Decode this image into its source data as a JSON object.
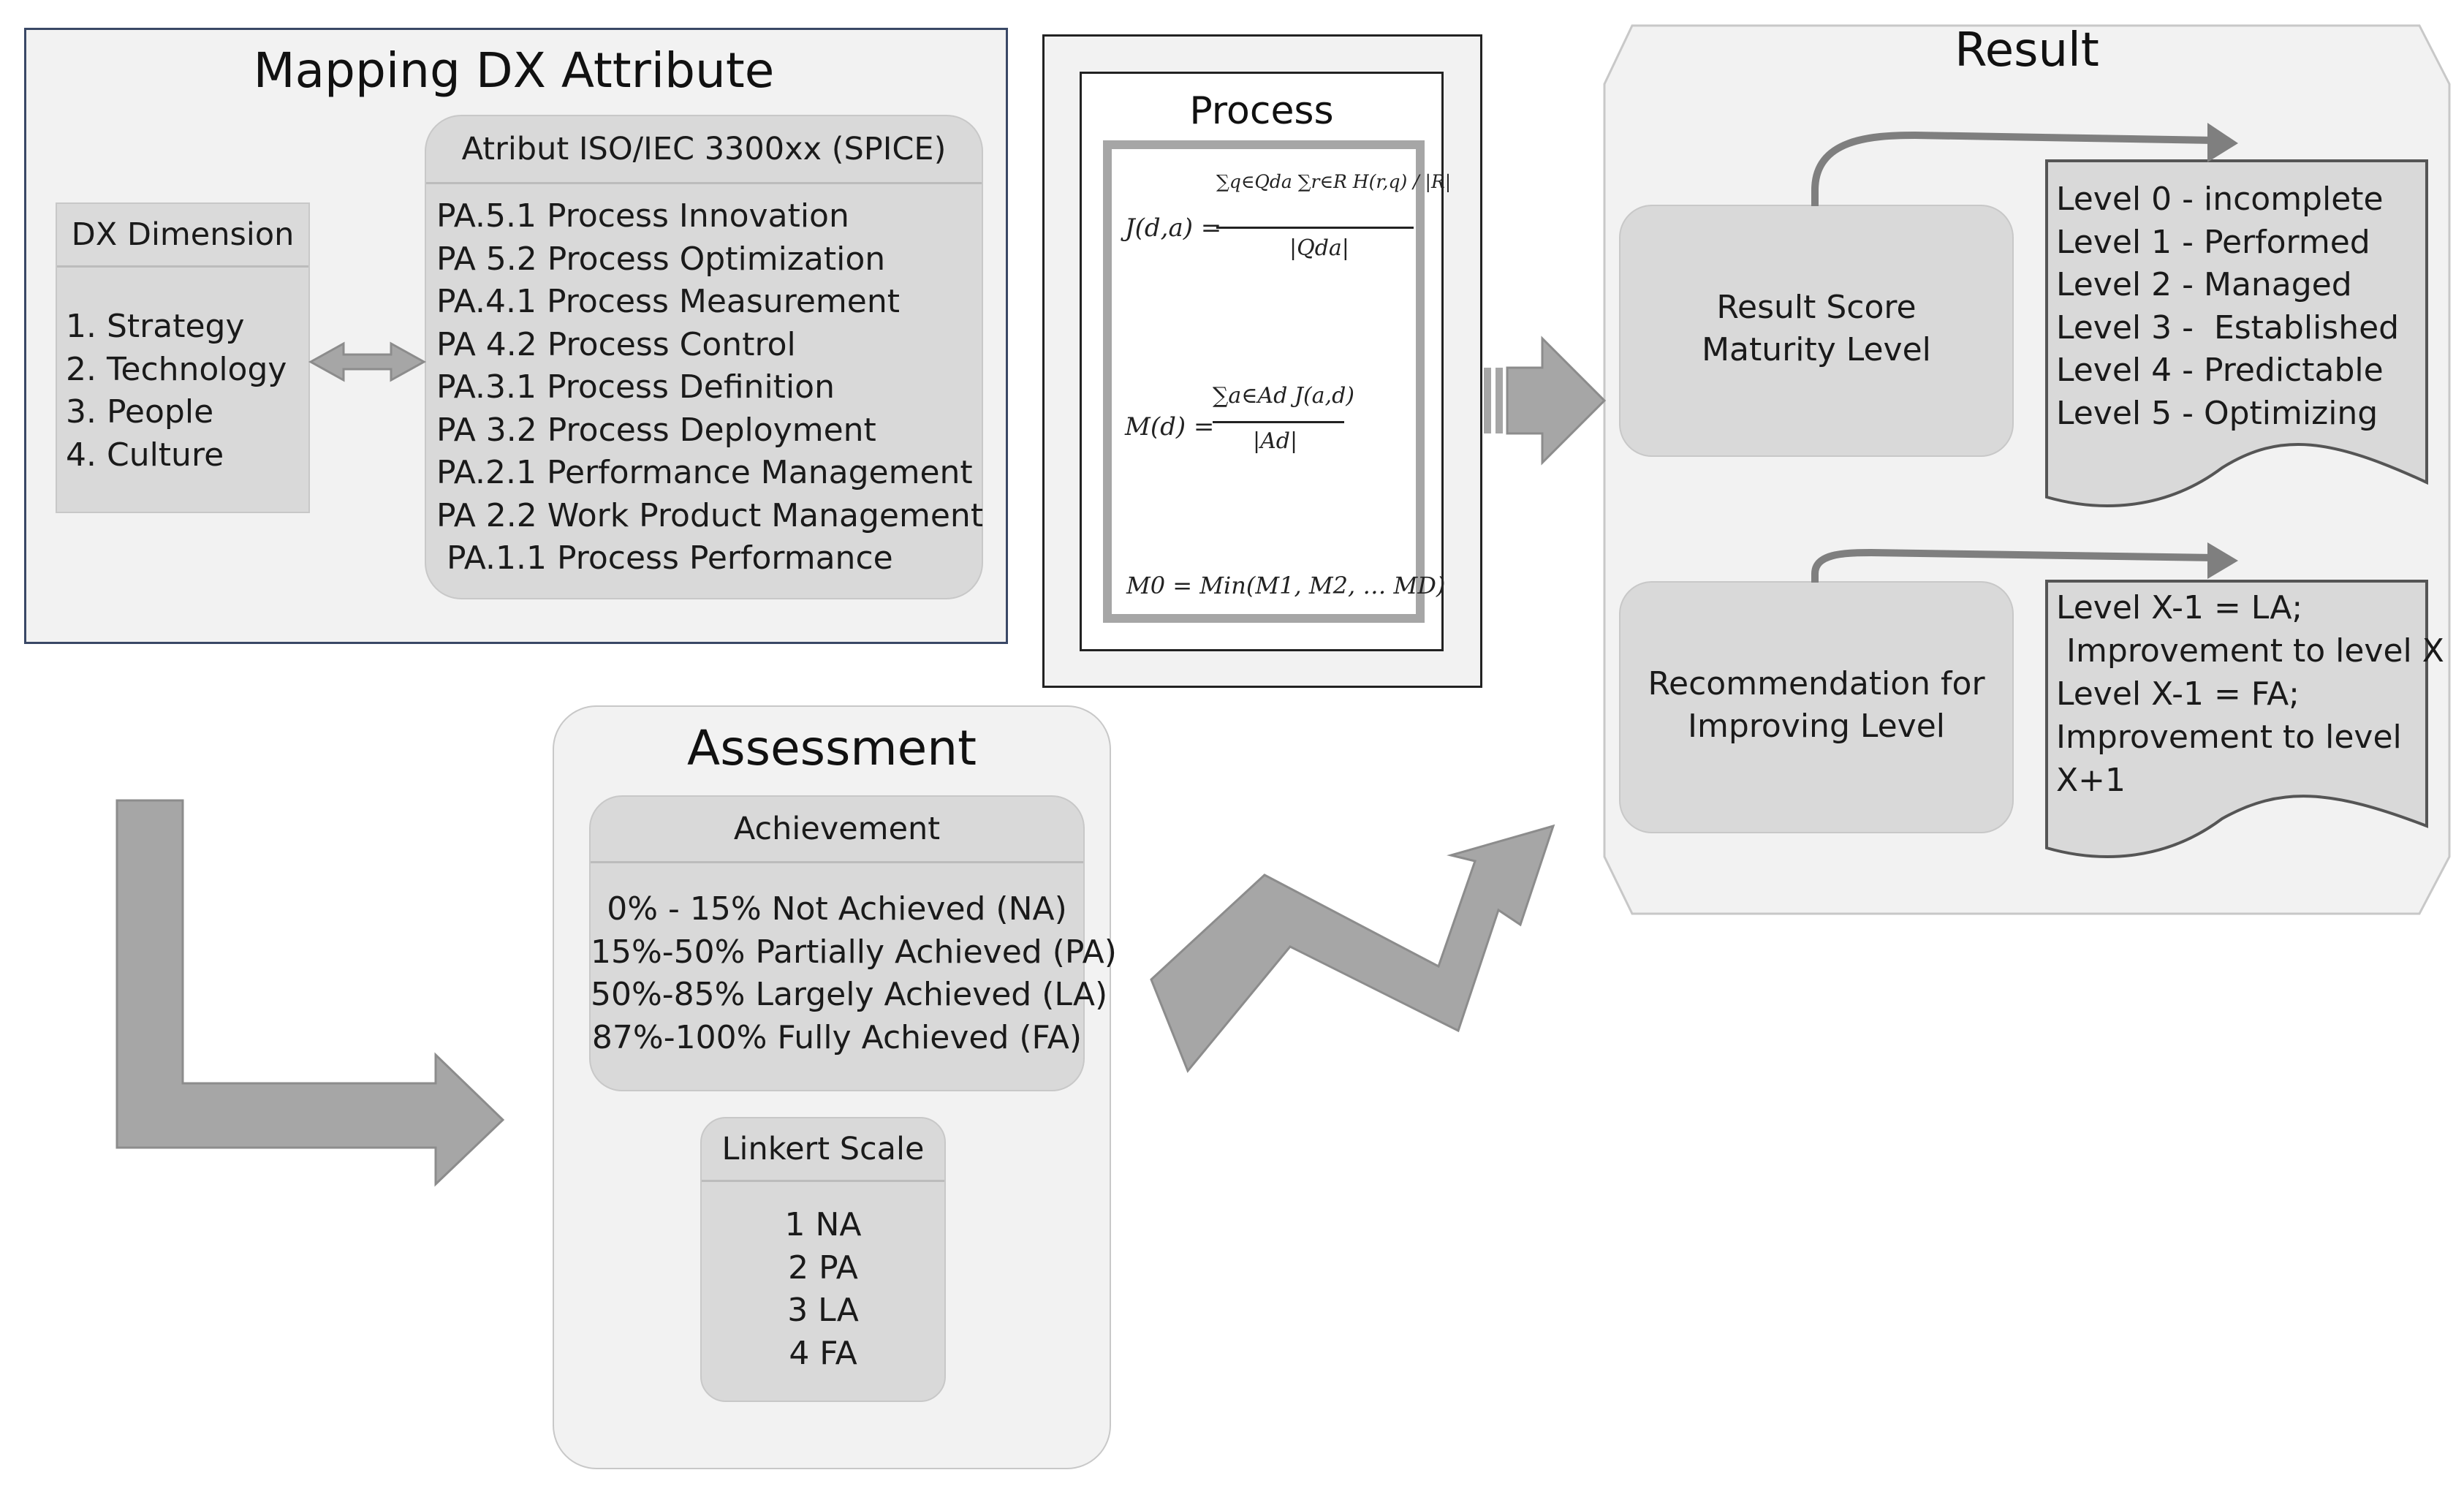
{
  "mapping": {
    "title": "Mapping DX Attribute",
    "dimension": {
      "header": "DX Dimension",
      "items": [
        "1. Strategy",
        "2. Technology",
        "3. People",
        "4. Culture"
      ]
    },
    "attributes": {
      "header": "Atribut ISO/IEC 3300xx (SPICE)",
      "items": [
        "PA.5.1 Process Innovation",
        "PA 5.2 Process Optimization",
        "PA.4.1 Process Measurement",
        "PA 4.2 Process Control",
        "PA.3.1 Process Definition",
        "PA 3.2 Process Deployment",
        "PA.2.1 Performance Management",
        "PA 2.2 Work Product Management",
        " PA.1.1 Process Performance"
      ]
    }
  },
  "process": {
    "title": "Process",
    "formula1": {
      "lhs": "J(d,a) =",
      "num": "∑q∈Qda ∑r∈R H(r,q) / |R|",
      "den": "|Qda|"
    },
    "formula2": {
      "lhs": "M(d) =",
      "num": "∑a∈Ad J(a,d)",
      "den": "|Ad|"
    },
    "formula3": "M0 = Min(M1, M2, … MD)"
  },
  "result": {
    "title": "Result",
    "score_box": [
      "Result Score",
      "Maturity Level"
    ],
    "levels": [
      "Level 0 - incomplete",
      "Level 1 - Performed",
      "Level 2 - Managed",
      "Level 3 -  Established",
      "Level 4 - Predictable",
      "Level 5 - Optimizing"
    ],
    "recommendation_box": [
      "Recommendation for",
      "Improving Level"
    ],
    "recommendations": [
      "Level X-1 = LA;",
      " Improvement to level X",
      "Level X-1 = FA;",
      "Improvement to level",
      "X+1"
    ]
  },
  "assessment": {
    "title": "Assessment",
    "achievement": {
      "header": "Achievement",
      "items": [
        "0% - 15% Not Achieved (NA)",
        "15%-50% Partially Achieved (PA)",
        "50%-85% Largely Achieved (LA)",
        "87%-100% Fully Achieved (FA)"
      ]
    },
    "likert": {
      "header": "Linkert Scale",
      "items": [
        "1 NA",
        "2 PA",
        "3 LA",
        "4 FA"
      ]
    }
  },
  "colors": {
    "panel_fill": "#f2f2f2",
    "box_fill": "#d9d9d9",
    "box_header": "#dcdcdc",
    "arrow_fill": "#a6a6a6",
    "arrow_stroke": "#8c8c8c",
    "mapping_border": "#2f3f5f"
  }
}
